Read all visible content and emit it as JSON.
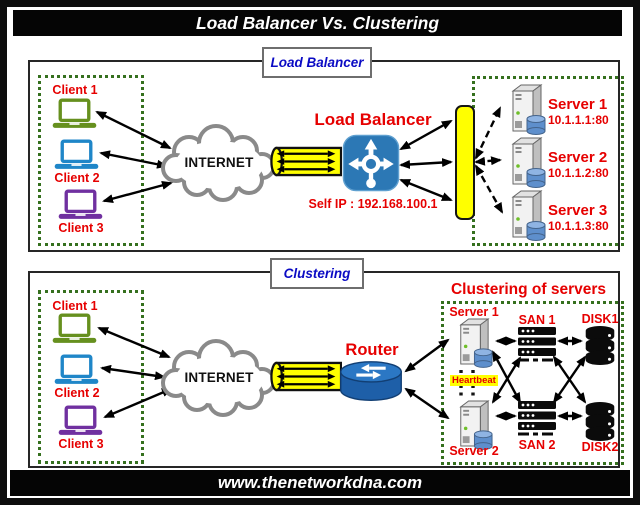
{
  "banner": {
    "title": "Load Balancer Vs. Clustering"
  },
  "footer": {
    "site": "www.thenetworkdna.com"
  },
  "lb": {
    "tab": "Load Balancer",
    "internet_label": "INTERNET",
    "device_label": "Load Balancer",
    "self_ip": "Self IP : 192.168.100.1",
    "clients": [
      {
        "label": "Client 1"
      },
      {
        "label": "Client 2"
      },
      {
        "label": "Client 3"
      }
    ],
    "servers": [
      {
        "label": "Server 1",
        "ip": "10.1.1.1:80"
      },
      {
        "label": "Server 2",
        "ip": "10.1.1.2:80"
      },
      {
        "label": "Server 3",
        "ip": "10.1.1.3:80"
      }
    ]
  },
  "cluster": {
    "tab": "Clustering",
    "internet_label": "INTERNET",
    "device_label": "Router",
    "group_title": "Clustering of servers",
    "heartbeat_label": "Heartbeat",
    "clients": [
      {
        "label": "Client 1"
      },
      {
        "label": "Client 2"
      },
      {
        "label": "Client 3"
      }
    ],
    "server1": "Server 1",
    "server2": "Server 2",
    "san1": "SAN 1",
    "san2": "SAN 2",
    "disk1": "DISK1",
    "disk2": "DISK2"
  },
  "colors": {
    "label_red": "#e60000",
    "tab_blue": "#0b0bc4",
    "client1_green": "#66901e",
    "client2_blue": "#1f86c8",
    "client3_purple": "#7030a0",
    "dotted_green": "#35701e",
    "pipe_yellow": "#ffff00",
    "device_blue": "#2c78b5",
    "router_blue": "#1e5fa8"
  }
}
